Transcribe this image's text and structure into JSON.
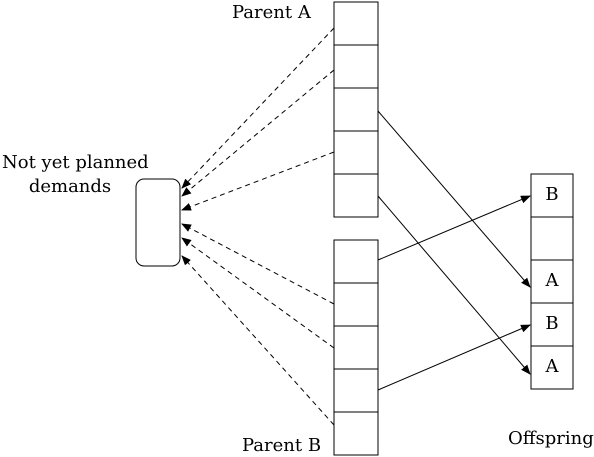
{
  "labels": {
    "parent_a": "Parent A",
    "parent_b": "Parent B",
    "offspring": "Offspring",
    "pool_line1": "Not yet planned",
    "pool_line2": "demands"
  },
  "offspring_cells": [
    "B",
    "",
    "A",
    "B",
    "A"
  ],
  "colors": {
    "stroke": "#000000",
    "background": "#ffffff"
  }
}
